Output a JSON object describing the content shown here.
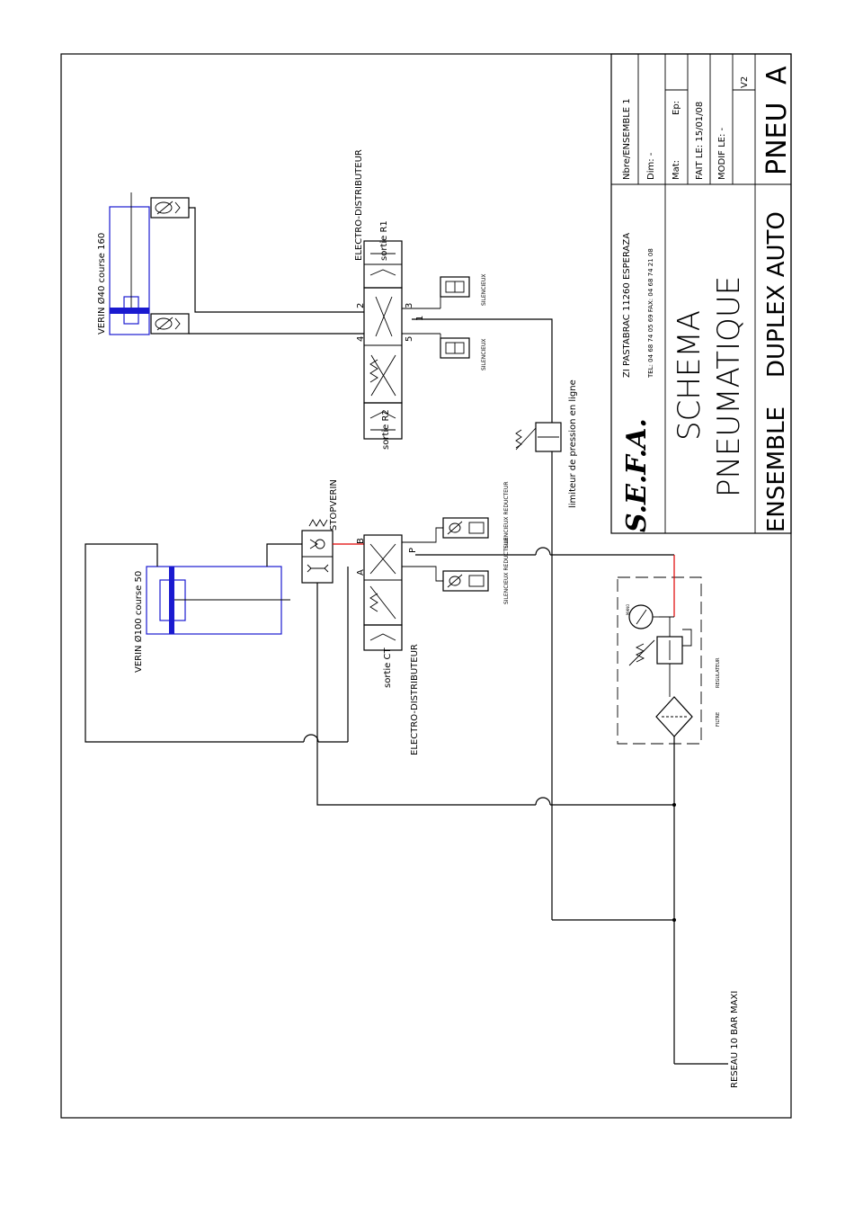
{
  "drawing": {
    "verin_40": "VERIN Ø40 course 160",
    "verin_100": "VERIN Ø100 course 50",
    "electro_distributeur_top": "ELECTRO-DISTRIBUTEUR",
    "electro_distributeur_bottom": "ELECTRO-DISTRIBUTEUR",
    "sortie_r1": "sortie R1",
    "sortie_r2": "sortie R2",
    "sortie_ct": "sortie CT",
    "stopverin": "STOPVERIN",
    "silencieux_1": "SILENCIEUX",
    "silencieux_2": "SILENCIEUX",
    "silencieux_reducteur_1": "SILENCIEUX REDUCTEUR",
    "silencieux_reducteur_2": "SILENCIEUX REDUCTEUR",
    "limiteur": "limiteur de pression en ligne",
    "filtre": "FILTRE",
    "regulateur": "REGULATEUR",
    "mano": "MANO",
    "reseau": "RESEAU 10 BAR MAXI",
    "port_2": "2",
    "port_4": "4",
    "port_3": "3",
    "port_5": "5",
    "port_1": "1",
    "port_a": "A",
    "port_b": "B",
    "port_p": "P"
  },
  "title_block": {
    "company": "S.E.F.A.",
    "address": "ZI PASTABRAC 11260 ESPERAZA",
    "tel_fax": "TEL: 04 68 74 05 69   FAX: 04 68 74 21 08",
    "title_line1": "SCHEMA",
    "title_line2": "PNEUMATIQUE",
    "ensemble": "ENSEMBLE",
    "duplex": "DUPLEX AUTO",
    "nlot": "Nbre/ENSEMBLE  1",
    "dim": "Dim:  -",
    "mat": "Mat:",
    "ep": "Ep:",
    "fait": "FAIT LE:  15/01/08",
    "modif": "MODIF LE:  -",
    "version": "V2",
    "code_line1": "PNEU",
    "code_line2": "A"
  },
  "colors": {
    "line": "#000000",
    "cylinder": "#1a1ad0",
    "highlight": "#e00000"
  }
}
